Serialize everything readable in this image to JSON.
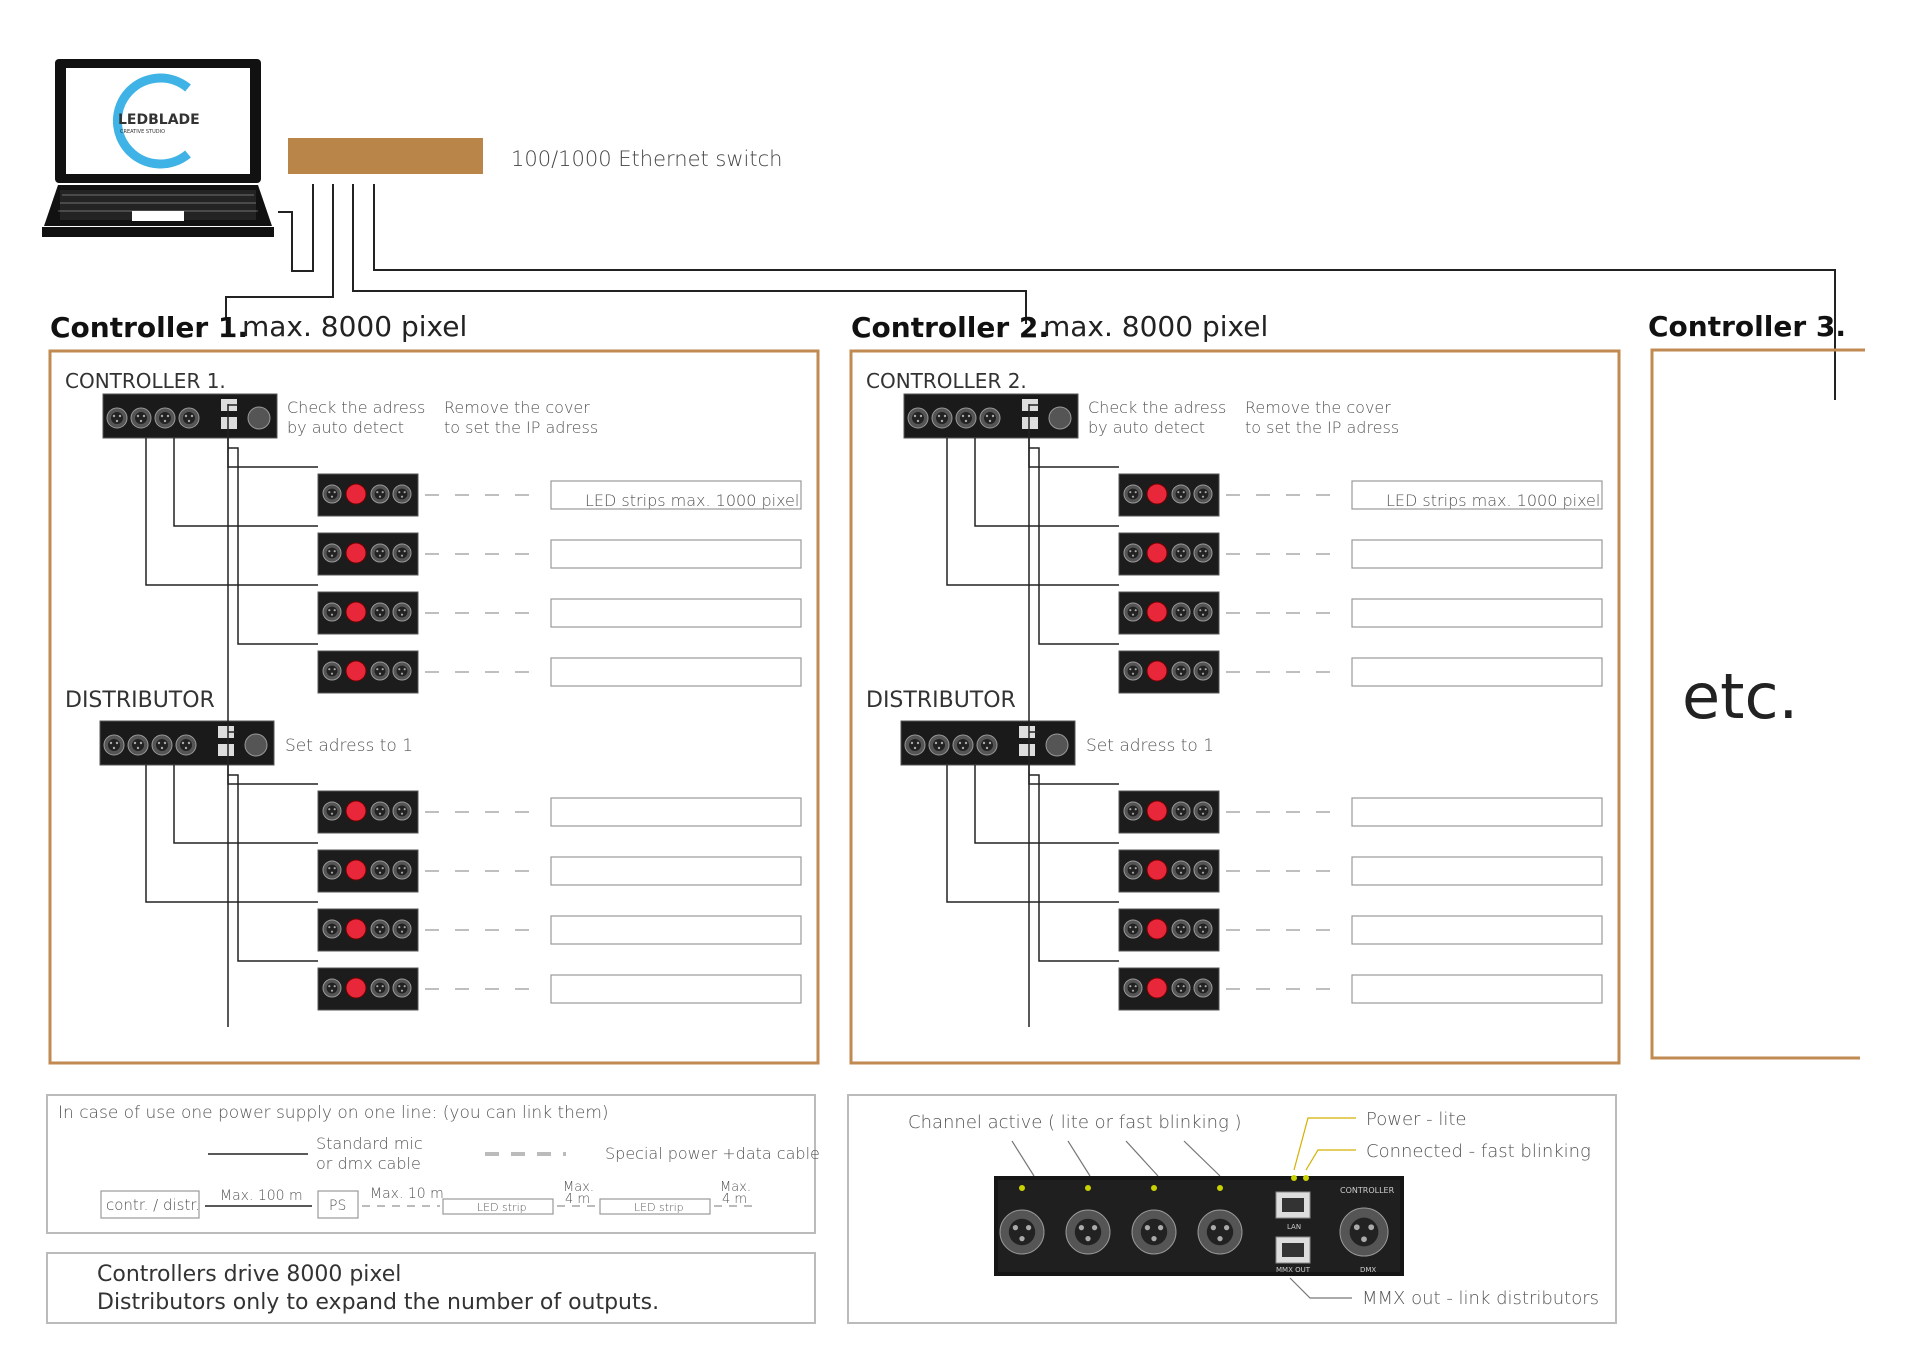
{
  "switch": {
    "label": "100/1000 Ethernet switch",
    "color": "#b98548"
  },
  "laptop": {
    "logo_text": "LEDBLADE",
    "logo_sub": "CREATIVE STUDIO",
    "ring_color": "#3fb3e6"
  },
  "accent_color": "#c08a52",
  "controllers": [
    {
      "title": "Controller 1.",
      "max": "max. 8000 pixel",
      "controller_label": "CONTROLLER 1.",
      "check_note": [
        "Check the adress",
        "by auto detect"
      ],
      "remove_note": [
        "Remove the cover",
        "to set the IP adress"
      ],
      "led_strip_label": "LED strips max. 1000 pixel",
      "distributor_label": "DISTRIBUTOR",
      "set_address": "Set adress to 1"
    },
    {
      "title": "Controller 2.",
      "max": "max. 8000 pixel",
      "controller_label": "CONTROLLER 2.",
      "check_note": [
        "Check the adress",
        "by auto detect"
      ],
      "remove_note": [
        "Remove the cover",
        "to set the IP adress"
      ],
      "led_strip_label": "LED strips max. 1000 pixel",
      "distributor_label": "DISTRIBUTOR",
      "set_address": "Set adress to 1"
    }
  ],
  "controller3": {
    "title": "Controller 3.",
    "etc": "etc."
  },
  "legend": {
    "intro": "In case of use one power supply on one line: (you can link them)",
    "standard_cable": [
      "Standard mic",
      "or dmx cable"
    ],
    "special_cable": "Special  power +data cable",
    "contr": "contr. / distr.",
    "max100": "Max. 100 m",
    "ps": "PS",
    "max10": "Max. 10 m",
    "led_strip": "LED strip",
    "max4": [
      "Max.",
      "4 m"
    ]
  },
  "notes": {
    "line1": "Controllers drive 8000 pixel",
    "line2": "Distributors only to expand the number of outputs."
  },
  "detail": {
    "channel_active": "Channel active ( lite or fast blinking )",
    "power": "Power - lite",
    "connected": "Connected - fast blinking",
    "mmx_out": "MMX out - link distributors",
    "panel_controller": "CONTROLLER",
    "panel_lan": "LAN",
    "panel_dmx_out": "MMX OUT",
    "panel_dmx": "DMX"
  }
}
